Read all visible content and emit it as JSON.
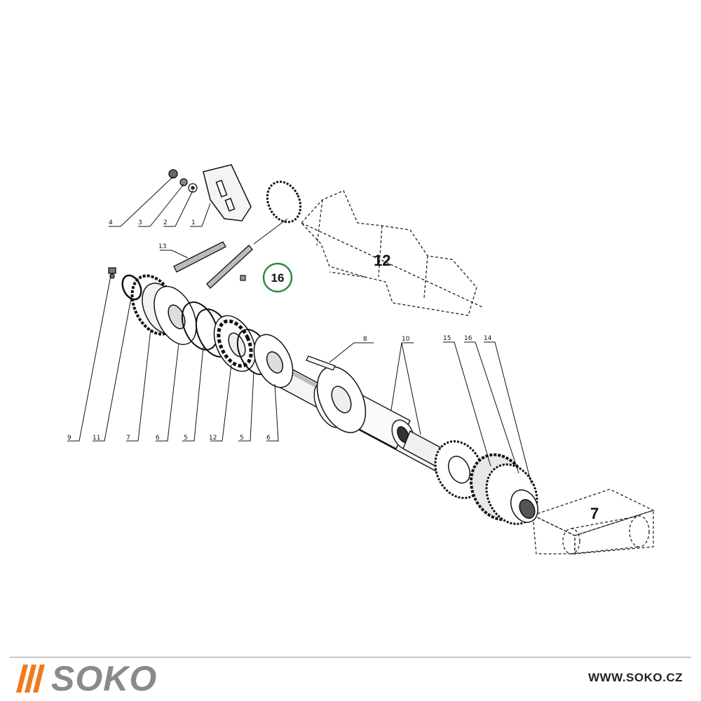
{
  "labels": {
    "part_4": "4",
    "part_3": "3",
    "part_2": "2",
    "part_1": "1",
    "part_13": "13",
    "part_16_top": "16",
    "part_9": "9",
    "part_11": "11",
    "part_7_small": "7",
    "part_6a": "6",
    "part_5a": "5",
    "part_12_small": "12",
    "part_5b": "5",
    "part_6b": "6",
    "part_8": "8",
    "part_10": "10",
    "part_15": "15",
    "part_16": "16",
    "part_14": "14",
    "assembly_12": "12",
    "assembly_7": "7"
  },
  "footer": {
    "brand": "SOKO",
    "url": "WWW.SOKO.CZ",
    "brand_color": "#8a8a8a",
    "accent_color": "#f07a1a"
  },
  "highlight_color": "#2e8b3a"
}
